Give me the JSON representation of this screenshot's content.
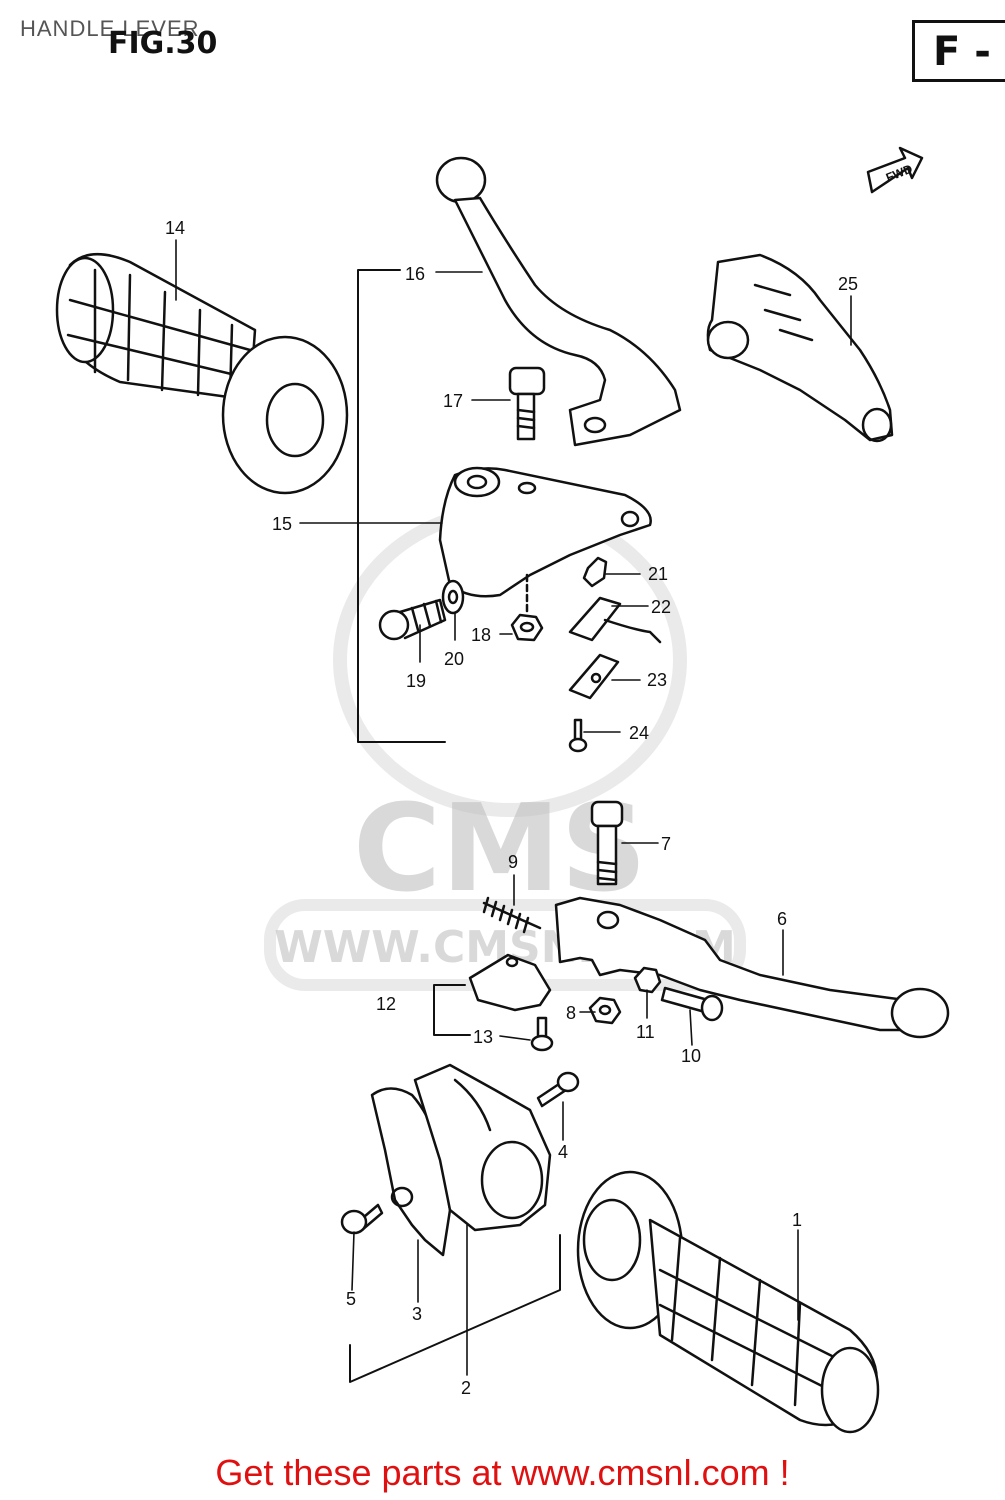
{
  "header": {
    "title": "HANDLE LEVER",
    "figure": "FIG.30",
    "section": "F -"
  },
  "fwd_arrow": "FWD",
  "watermark": {
    "brand": "CMS",
    "url": "WWW.CMSNL.COM"
  },
  "callouts": {
    "c1": "1",
    "c2": "2",
    "c3": "3",
    "c4": "4",
    "c5": "5",
    "c6": "6",
    "c7": "7",
    "c8": "8",
    "c9": "9",
    "c10": "10",
    "c11": "11",
    "c12": "12",
    "c13": "13",
    "c14": "14",
    "c15": "15",
    "c16": "16",
    "c17": "17",
    "c18": "18",
    "c19": "19",
    "c20": "20",
    "c21": "21",
    "c22": "22",
    "c23": "23",
    "c24": "24",
    "c25": "25"
  },
  "footer": {
    "cta": "Get these parts at www.cmsnl.com !"
  }
}
